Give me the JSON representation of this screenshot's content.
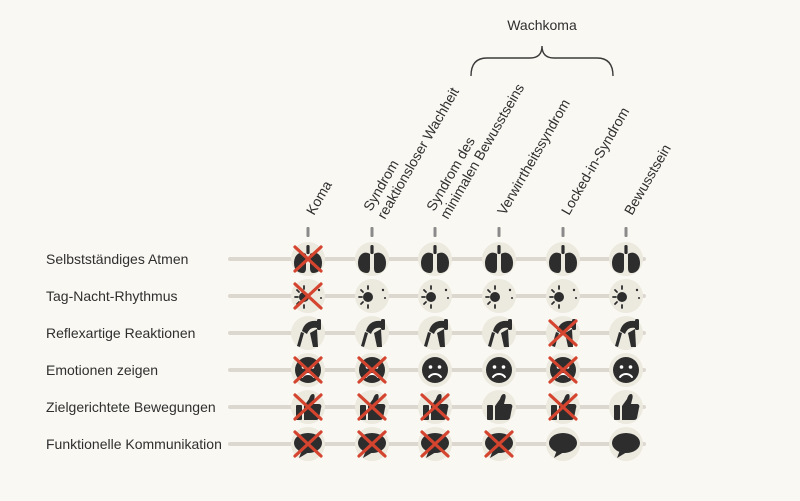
{
  "group": {
    "label": "Wachkoma"
  },
  "columns": [
    {
      "id": "koma",
      "lines": [
        "Koma"
      ]
    },
    {
      "id": "srw",
      "lines": [
        "Syndrom",
        "reaktionsloser Wachheit"
      ]
    },
    {
      "id": "smb",
      "lines": [
        "Syndrom des",
        "minimalen Bewusstseins"
      ]
    },
    {
      "id": "verw",
      "lines": [
        "Verwirrtheitssyndrom"
      ]
    },
    {
      "id": "lis",
      "lines": [
        "Locked-in-Syndrom"
      ]
    },
    {
      "id": "bew",
      "lines": [
        "Bewusstsein"
      ]
    }
  ],
  "rows": [
    {
      "label": "Selbstständiges Atmen",
      "icon": "lungs-icon",
      "crossed": [
        true,
        false,
        false,
        false,
        false,
        false
      ]
    },
    {
      "label": "Tag-Nacht-Rhythmus",
      "icon": "sun-moon-icon",
      "crossed": [
        true,
        false,
        false,
        false,
        false,
        false
      ]
    },
    {
      "label": "Reflexartige Reaktionen",
      "icon": "reflex-hammer-icon",
      "crossed": [
        false,
        false,
        false,
        false,
        true,
        false
      ]
    },
    {
      "label": "Emotionen zeigen",
      "icon": "sad-face-icon",
      "crossed": [
        true,
        true,
        false,
        false,
        true,
        false
      ]
    },
    {
      "label": "Zielgerichtete Bewegungen",
      "icon": "thumbs-up-icon",
      "crossed": [
        true,
        true,
        true,
        false,
        true,
        false
      ]
    },
    {
      "label": "Funktionelle Kommunikation",
      "icon": "speech-bubble-icon",
      "crossed": [
        true,
        true,
        true,
        true,
        false,
        false
      ]
    }
  ],
  "colors": {
    "icon": "#2d2d2d",
    "cross": "#d4442e",
    "line": "#dcd8d0",
    "halo": "#ece9df"
  }
}
